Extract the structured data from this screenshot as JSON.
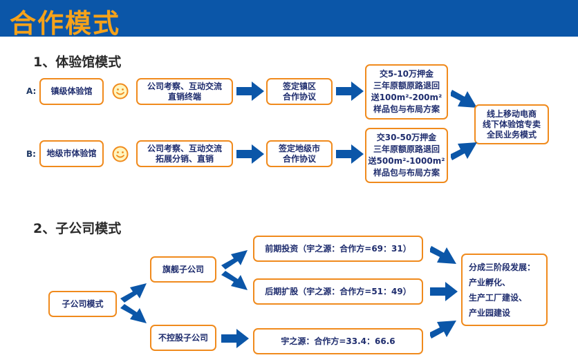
{
  "header": {
    "title": "合作模式"
  },
  "section1": {
    "title": "1、体验馆模式",
    "row_a": {
      "label": "A:",
      "venue": "镇级体验馆",
      "step1": [
        "公司考察、互动交流",
        "直销终端"
      ],
      "step2": [
        "签定镇区",
        "合作协议"
      ],
      "terms": [
        "交5-10万押金",
        "三年原额原路退回",
        "送100m²-200m²",
        "样品包与布局方案"
      ]
    },
    "row_b": {
      "label": "B:",
      "venue": "地级市体验馆",
      "step1": [
        "公司考察、互动交流",
        "拓展分销、直销"
      ],
      "step2": [
        "签定地级市",
        "合作协议"
      ],
      "terms": [
        "交30-50万押金",
        "三年原额原路退回",
        "送500m²-1000m²",
        "样品包与布局方案"
      ]
    },
    "result": [
      "线上移动电商",
      "线下体验馆专卖",
      "全民业务模式"
    ]
  },
  "section2": {
    "title": "2、子公司模式",
    "root": "子公司模式",
    "flagship": "旗舰子公司",
    "non_controlled": "不控股子公司",
    "early_investment": "前期投资（宇之源：合作方=69：31）",
    "later_expansion": "后期扩股（宇之源：合作方=51：49）",
    "noncontrol_ratio": "宇之源：合作方=33.4：66.6",
    "result": [
      "分成三阶段发展：",
      "产业孵化、",
      "生产工厂建设、",
      "产业园建设"
    ]
  },
  "colors": {
    "header_bg": "#0b56a8",
    "title": "#f5a21a",
    "box_border": "#f08a1c",
    "arrow": "#0b56a8",
    "text": "#1f2d6e"
  },
  "icons": {
    "smiley": "smiley-icon",
    "arrow": "right-arrow-icon"
  }
}
